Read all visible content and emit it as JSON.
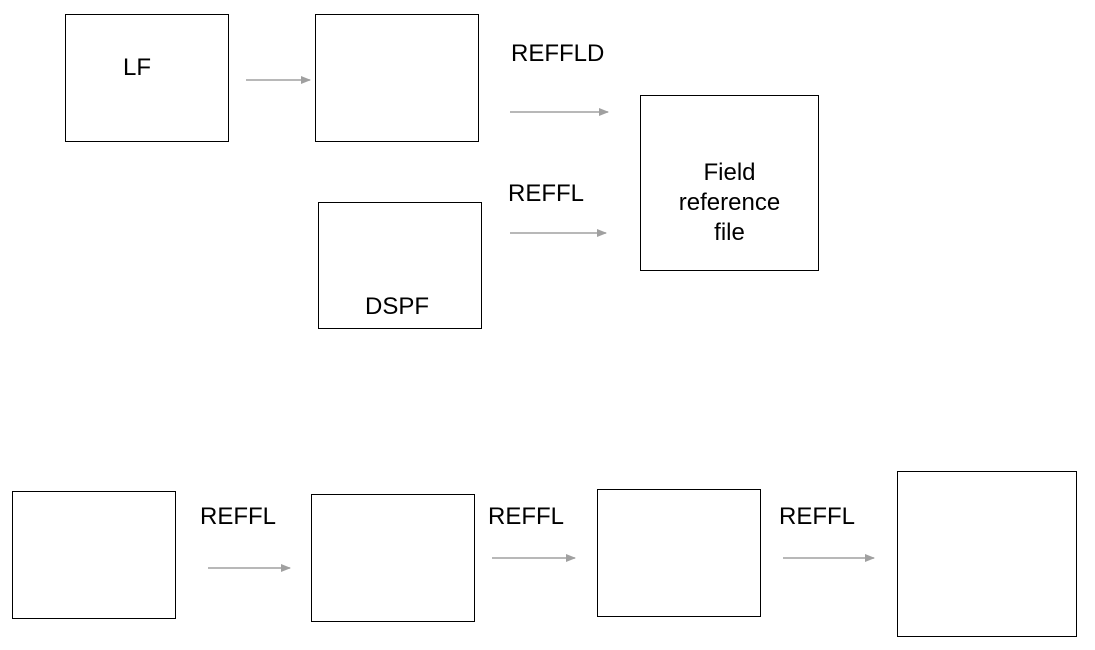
{
  "top_row": {
    "lf_box": {
      "label": "LF"
    },
    "middle_box": {
      "label": ""
    },
    "dspf_box": {
      "label": "DSPF"
    },
    "field_reference_box": {
      "lines": [
        "Field",
        "reference",
        "file"
      ]
    },
    "reffld_label": "REFFLD",
    "reffl_label": "REFFL"
  },
  "bottom_row": {
    "boxes": [
      "",
      "",
      "",
      ""
    ],
    "connector_labels": [
      "REFFL",
      "REFFL",
      "REFFL"
    ]
  },
  "colors": {
    "box_border": "#000000",
    "arrow": "#a0a0a0",
    "text": "#000000",
    "background": "#ffffff"
  }
}
